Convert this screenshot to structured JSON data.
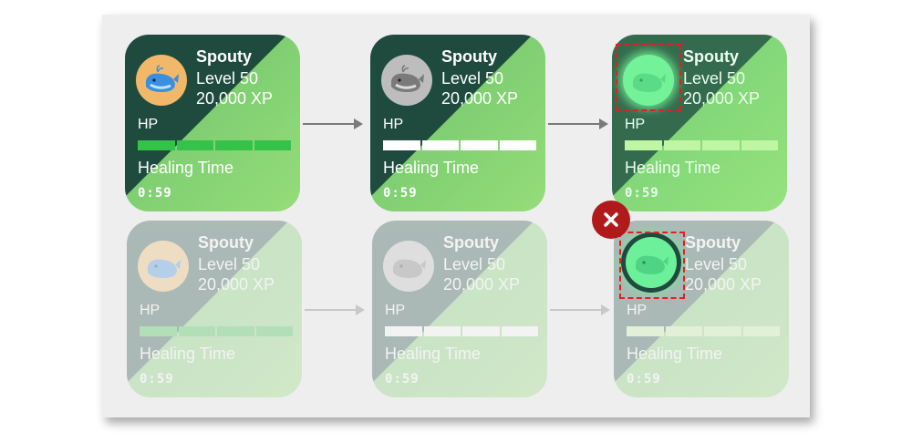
{
  "colors": {
    "card_dark": "#1f4b3f",
    "card_green": "#96dc7a",
    "hp_green": "#35c24a",
    "error_red": "#b01a1a",
    "dash_red": "#e02020"
  },
  "cards": [
    {
      "name": "Spouty",
      "level": "Level 50",
      "xp": "20,000 XP",
      "hp_label": "HP",
      "heal_label": "Healing Time",
      "timer": "0:59",
      "avatar": "whale-icon"
    },
    {
      "name": "Spouty",
      "level": "Level 50",
      "xp": "20,000 XP",
      "hp_label": "HP",
      "heal_label": "Healing Time",
      "timer": "0:59",
      "avatar": "whale-icon"
    },
    {
      "name": "Spouty",
      "level": "Level 50",
      "xp": "20,000 XP",
      "hp_label": "HP",
      "heal_label": "Healing Time",
      "timer": "0:59",
      "avatar": "whale-icon"
    },
    {
      "name": "Spouty",
      "level": "Level 50",
      "xp": "20,000 XP",
      "hp_label": "HP",
      "heal_label": "Healing Time",
      "timer": "0:59",
      "avatar": "whale-icon"
    },
    {
      "name": "Spouty",
      "level": "Level 50",
      "xp": "20,000 XP",
      "hp_label": "HP",
      "heal_label": "Healing Time",
      "timer": "0:59",
      "avatar": "whale-icon"
    },
    {
      "name": "Spouty",
      "level": "Level 50",
      "xp": "20,000 XP",
      "hp_label": "HP",
      "heal_label": "Healing Time",
      "timer": "0:59",
      "avatar": "whale-icon"
    }
  ],
  "icons": {
    "error_badge": "close-icon",
    "arrow": "arrow-right-icon"
  }
}
